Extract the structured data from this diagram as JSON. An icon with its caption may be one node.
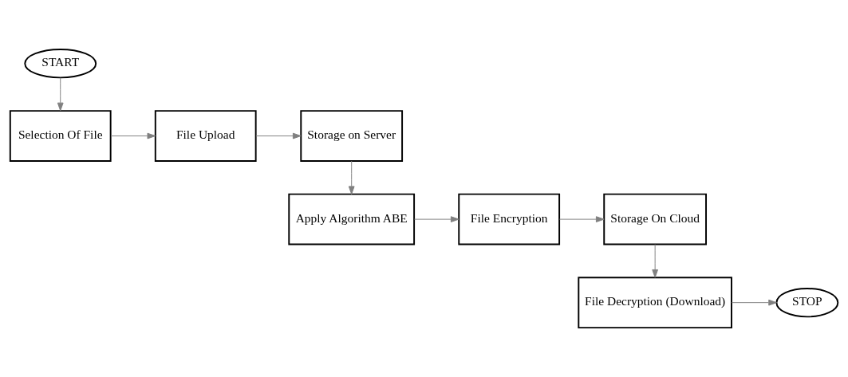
{
  "diagram": {
    "nodes": [
      {
        "text": [
          "START"
        ]
      },
      {
        "text": [
          "Selection Of File"
        ]
      },
      {
        "text": [
          "File Upload"
        ]
      },
      {
        "text": [
          "Storage on Server"
        ]
      },
      {
        "text": [
          "Apply Algorithm ABE"
        ]
      },
      {
        "text": [
          "File Encryption"
        ]
      },
      {
        "text": [
          "Storage On Cloud"
        ]
      },
      {
        "text": [
          "File Decryption (Download)"
        ]
      },
      {
        "text": [
          "STOP"
        ]
      }
    ],
    "edges": [
      {
        "from": 0,
        "to": 1,
        "arrow": "to"
      },
      {
        "from": 1,
        "to": 2,
        "arrow": "to"
      },
      {
        "from": 2,
        "to": 3,
        "arrow": "to"
      },
      {
        "from": 3,
        "to": 4,
        "arrow": "to"
      },
      {
        "from": 4,
        "to": 5,
        "arrow": "to"
      },
      {
        "from": 5,
        "to": 6,
        "arrow": "to"
      },
      {
        "from": 6,
        "to": 7,
        "arrow": "to"
      },
      {
        "from": 7,
        "to": 8,
        "arrow": "to"
      }
    ]
  }
}
